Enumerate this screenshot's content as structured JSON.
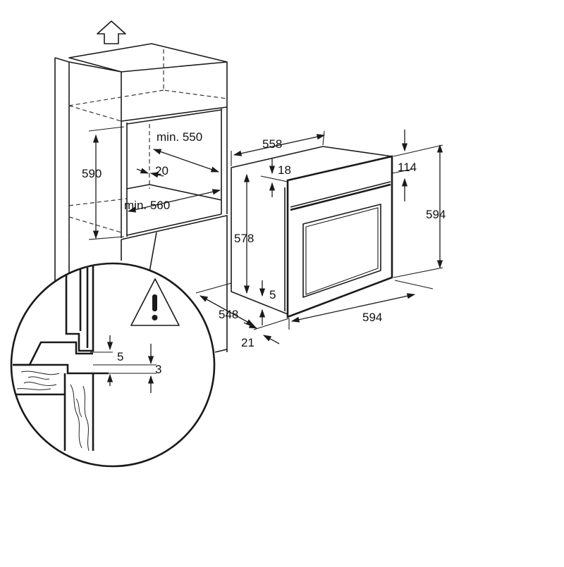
{
  "diagram": {
    "niche_dimensions": {
      "depth_min": "min. 550",
      "height": "590",
      "rear_gap": "20",
      "width_min": "min. 560"
    },
    "oven_dimensions": {
      "depth": "558",
      "top_offset": "18",
      "front_height": "578",
      "bottom_offset": "5",
      "body_depth": "548",
      "front_thickness": "21",
      "width": "594",
      "height": "594",
      "control_panel": "114"
    },
    "detail_dimensions": {
      "gap": "5",
      "step": "3"
    },
    "icons": {
      "arrow": "up-arrow-icon",
      "warning": "warning-triangle-icon"
    }
  }
}
